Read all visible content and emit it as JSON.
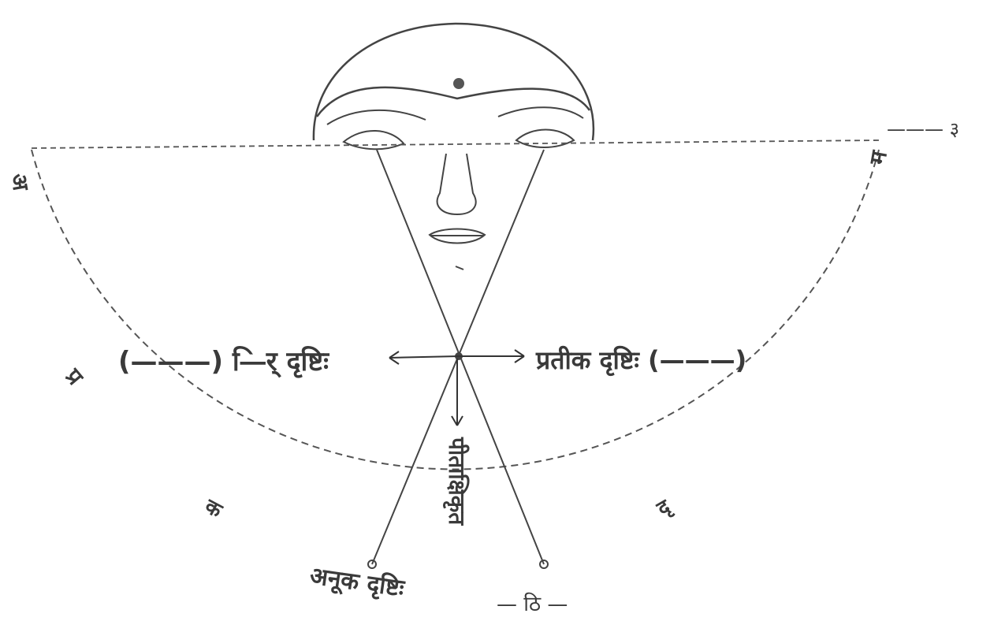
{
  "labels": {
    "left_gaze": "(———) —िर् दृष्टिः",
    "right_gaze": "प्रतीक दृष्टिः (———)",
    "vertical_gaze": "पीताक्षिकृत",
    "bottom_left_gaze": "अनूक दृष्टिः",
    "bottom_right_gaze": "— ठि —",
    "arc_upper_left": "अ",
    "arc_left": "प्र",
    "arc_lower_left": "क",
    "arc_lower_right": "दृ",
    "arc_upper_right": "म",
    "top_right": "——— ३"
  }
}
